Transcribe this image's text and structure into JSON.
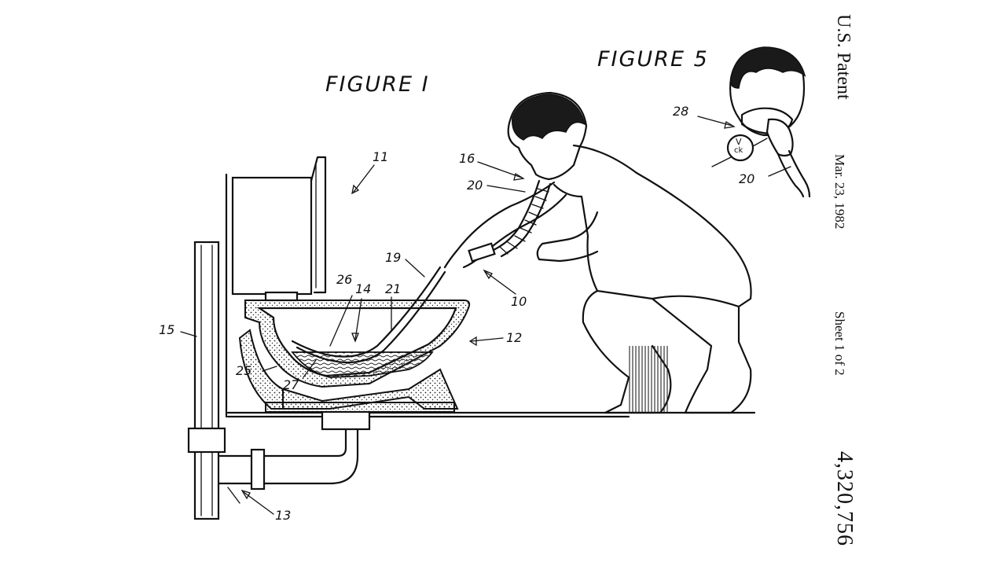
{
  "figures": {
    "figure1_title": "FIGURE I",
    "figure5_title": "FIGURE 5"
  },
  "reference_numerals": {
    "r10": "10",
    "r11": "11",
    "r12": "12",
    "r13": "13",
    "r14": "14",
    "r15": "15",
    "r16": "16",
    "r19": "19",
    "r20a": "20",
    "r20b": "20",
    "r21": "21",
    "r25": "25",
    "r26": "26",
    "r27": "27",
    "r28": "28",
    "valve_top": "V",
    "valve_bottom": "ck"
  },
  "sidebar": {
    "office": "U.S. Patent",
    "date": "Mar. 23, 1982",
    "sheet": "Sheet 1 of 2",
    "patent_number": "4,320,756"
  }
}
